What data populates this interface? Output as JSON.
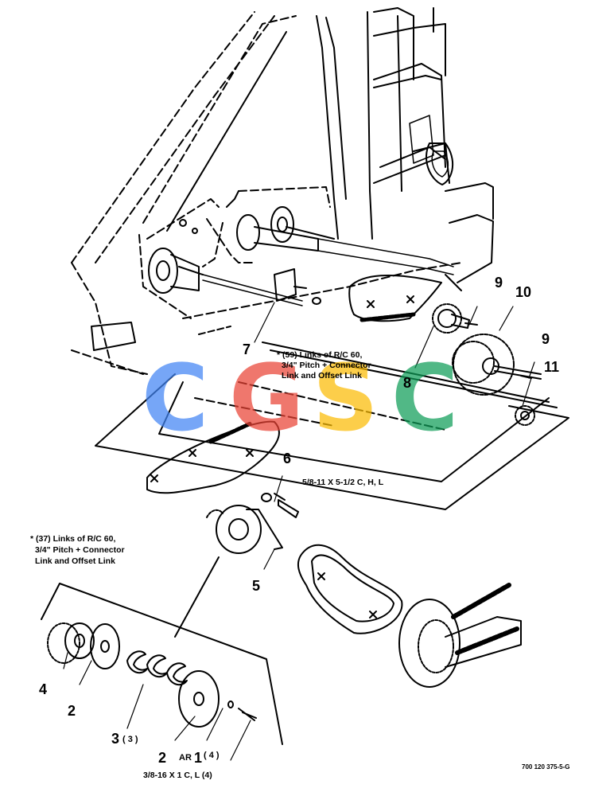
{
  "callouts": {
    "c1": "1",
    "c2a": "2",
    "c2b": "2",
    "c3": "3",
    "c4": "4",
    "c5": "5",
    "c6": "6",
    "c7": "7",
    "c8": "8",
    "c9a": "9",
    "c9b": "9",
    "c10": "10",
    "c11": "11"
  },
  "quantities": {
    "q3": "( 3 )",
    "q1": "( 4 )",
    "ar": "AR"
  },
  "notes": {
    "upper_chain": [
      "* (59) Links of R/C 60,",
      "3/4\" Pitch + Connector",
      "Link and Offset Link"
    ],
    "lower_chain": [
      "* (37) Links of R/C 60,",
      "3/4\" Pitch + Connector",
      "Link and Offset Link"
    ],
    "bolt_6": "5/8-11 X 5-1/2 C, H, L",
    "bolt_1": "3/8-16 X 1 C, L (4)"
  },
  "reference_code": "700 120 375-5-G",
  "watermark": {
    "letters": [
      "C",
      "G",
      "S",
      "C"
    ],
    "colors": [
      "#4285f4",
      "#ea4335",
      "#fbbc05",
      "#0f9d58"
    ]
  }
}
